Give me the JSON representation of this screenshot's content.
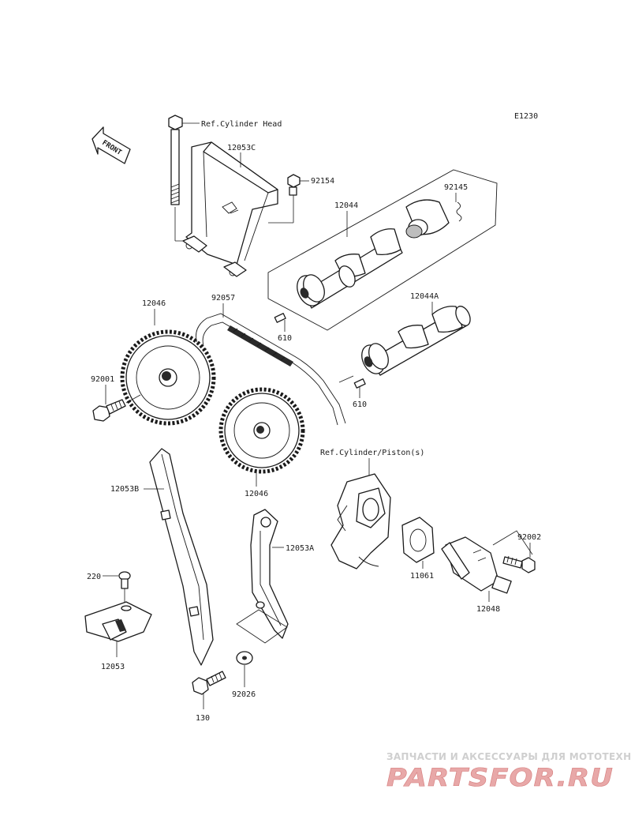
{
  "diagram_code": "E1230",
  "front_label": "FRONT",
  "refs": {
    "cylinder_head": "Ref.Cylinder Head",
    "cylinder_piston": "Ref.Cylinder/Piston(s)"
  },
  "parts": [
    {
      "id": "12053C",
      "label": "12053C"
    },
    {
      "id": "92154",
      "label": "92154"
    },
    {
      "id": "12044",
      "label": "12044"
    },
    {
      "id": "92145",
      "label": "92145"
    },
    {
      "id": "12046-upper",
      "label": "12046"
    },
    {
      "id": "92057",
      "label": "92057"
    },
    {
      "id": "610-upper",
      "label": "610"
    },
    {
      "id": "12044A",
      "label": "12044A"
    },
    {
      "id": "92001",
      "label": "92001"
    },
    {
      "id": "610-lower",
      "label": "610"
    },
    {
      "id": "12046-lower",
      "label": "12046"
    },
    {
      "id": "12053B",
      "label": "12053B"
    },
    {
      "id": "12053A",
      "label": "12053A"
    },
    {
      "id": "92002",
      "label": "92002"
    },
    {
      "id": "11061",
      "label": "11061"
    },
    {
      "id": "12048",
      "label": "12048"
    },
    {
      "id": "220",
      "label": "220"
    },
    {
      "id": "12053",
      "label": "12053"
    },
    {
      "id": "92026",
      "label": "92026"
    },
    {
      "id": "130",
      "label": "130"
    }
  ],
  "watermark": {
    "tagline": "ЗАПЧАСТИ И АКСЕССУАРЫ ДЛЯ МОТОТЕХНИКИ",
    "logo": "PARTSFOR.RU"
  },
  "colors": {
    "line": "#1a1a1a",
    "watermark_logo": "#e8a8a8",
    "watermark_text": "#cfcfcf"
  }
}
